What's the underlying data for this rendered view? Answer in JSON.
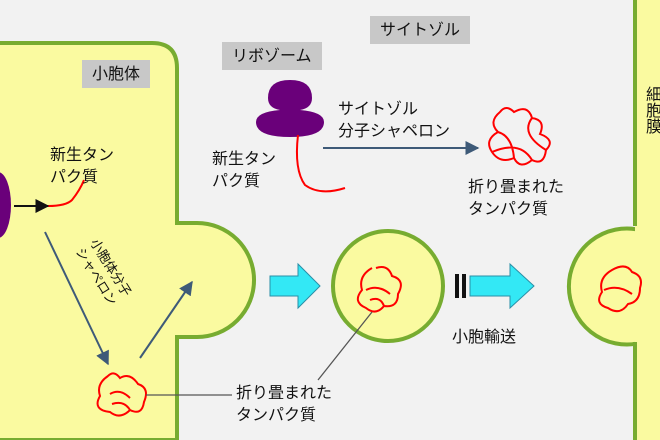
{
  "labels": {
    "cytosol": "サイトゾル",
    "ribosome": "リボゾーム",
    "vesicle_body": "小胞体",
    "cytosol_chaperone": [
      "サイトゾル",
      "分子シャペロン"
    ],
    "nascent_protein_left": [
      "新生タン",
      "パク質"
    ],
    "nascent_protein_center": [
      "新生タン",
      "パク質"
    ],
    "folded_protein_top": [
      "折り畳まれた",
      "タンパク質"
    ],
    "folded_protein_bottom": [
      "折り畳まれた",
      "タンパク質"
    ],
    "er_chaperone": [
      "小胞体分子",
      "シャペロン"
    ],
    "vesicle_transport": "小胞輸送",
    "right_edge_partial": "細胞膜"
  },
  "colors": {
    "background": "#f2f2f2",
    "membrane_fill": "#fafaa0",
    "membrane_stroke": "#77ac30",
    "ribosome": "#6a007a",
    "protein": "#ff0000",
    "transport_arrow": "#33e8f5",
    "pathway_arrow": "#3e5a78",
    "label_box": "#c8c8c8"
  }
}
